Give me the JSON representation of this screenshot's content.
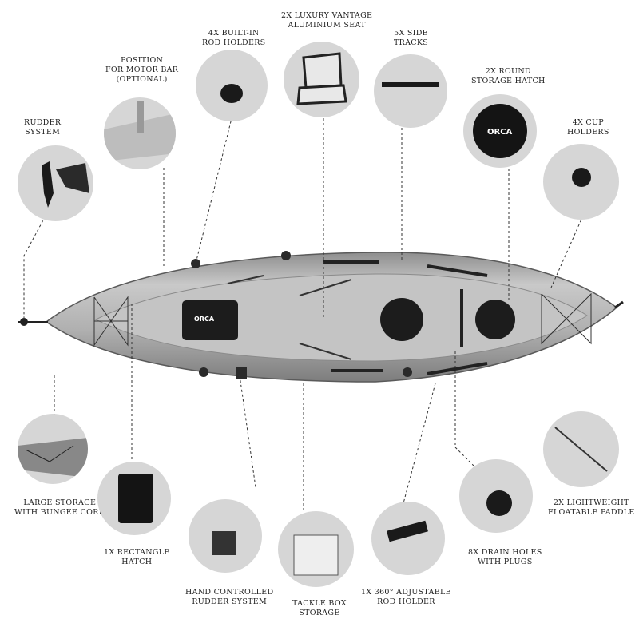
{
  "brand": "ORCA",
  "features": [
    {
      "id": "rudder-system",
      "lines": [
        "RUDDER",
        "SYSTEM"
      ],
      "icon": "rudder-icon"
    },
    {
      "id": "motor-bar",
      "lines": [
        "POSITION",
        "FOR MOTOR BAR",
        "(OPTIONAL)"
      ],
      "icon": "motor-bar-mount-icon"
    },
    {
      "id": "rod-holders",
      "lines": [
        "4X BUILT-IN",
        "ROD HOLDERS"
      ],
      "icon": "rod-holder-icon"
    },
    {
      "id": "seat",
      "lines": [
        "2X LUXURY VANTAGE",
        "ALUMINIUM SEAT"
      ],
      "icon": "seat-icon"
    },
    {
      "id": "side-tracks",
      "lines": [
        "5X SIDE",
        "TRACKS"
      ],
      "icon": "side-track-icon"
    },
    {
      "id": "round-hatch",
      "lines": [
        "2X ROUND",
        "STORAGE HATCH"
      ],
      "icon": "round-hatch-icon"
    },
    {
      "id": "cup-holders",
      "lines": [
        "4X CUP",
        "HOLDERS"
      ],
      "icon": "cup-holder-icon"
    },
    {
      "id": "large-storage",
      "lines": [
        "LARGE STORAGE",
        "WITH BUNGEE CORD"
      ],
      "icon": "bungee-storage-icon"
    },
    {
      "id": "rect-hatch",
      "lines": [
        "1X RECTANGLE",
        "HATCH"
      ],
      "icon": "rectangle-hatch-icon"
    },
    {
      "id": "hand-rudder",
      "lines": [
        "HAND CONTROLLED",
        "RUDDER SYSTEM"
      ],
      "icon": "hand-rudder-control-icon"
    },
    {
      "id": "tackle-box",
      "lines": [
        "TACKLE BOX",
        "STORAGE"
      ],
      "icon": "tackle-box-icon"
    },
    {
      "id": "adjustable-rod",
      "lines": [
        "1X 360° ADJUSTABLE",
        "ROD HOLDER"
      ],
      "icon": "adjustable-rod-holder-icon"
    },
    {
      "id": "drain-holes",
      "lines": [
        "8X DRAIN HOLES",
        "WITH PLUGS"
      ],
      "icon": "drain-plug-icon"
    },
    {
      "id": "paddle",
      "lines": [
        "2X LIGHTWEIGHT",
        "FLOATABLE PADDLE"
      ],
      "icon": "paddle-icon"
    }
  ],
  "colors": {
    "circle_bg": "#d6d6d6",
    "hull": "#b8b8b8",
    "hatch": "#1c1c1c",
    "leader": "#333333"
  }
}
